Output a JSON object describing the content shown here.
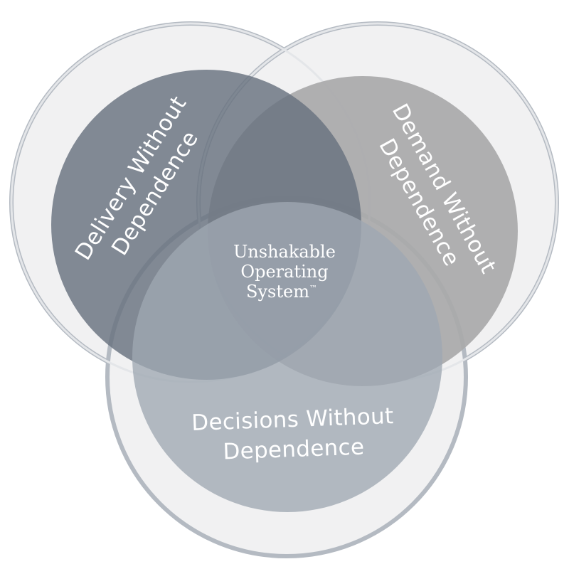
{
  "diagram": {
    "center_label": {
      "line1": "Unshakable",
      "line2": "Operating",
      "line3": "System",
      "trademark": "™"
    },
    "circles": [
      {
        "key": "delivery",
        "line1": "Delivery Without",
        "line2": "Dependence",
        "fill": "#7b838f"
      },
      {
        "key": "demand",
        "line1": "Demand Without",
        "line2": "Dependence",
        "fill": "#a9a9aa"
      },
      {
        "key": "decisions",
        "line1": "Decisions Without",
        "line2": "Dependence",
        "fill": "#a5adb6"
      }
    ],
    "colors": {
      "outer_ring_stroke": "#b4bac2",
      "outer_ring_fill": "#f1f1f2",
      "background": "#ffffff",
      "text": "#ffffff"
    }
  }
}
